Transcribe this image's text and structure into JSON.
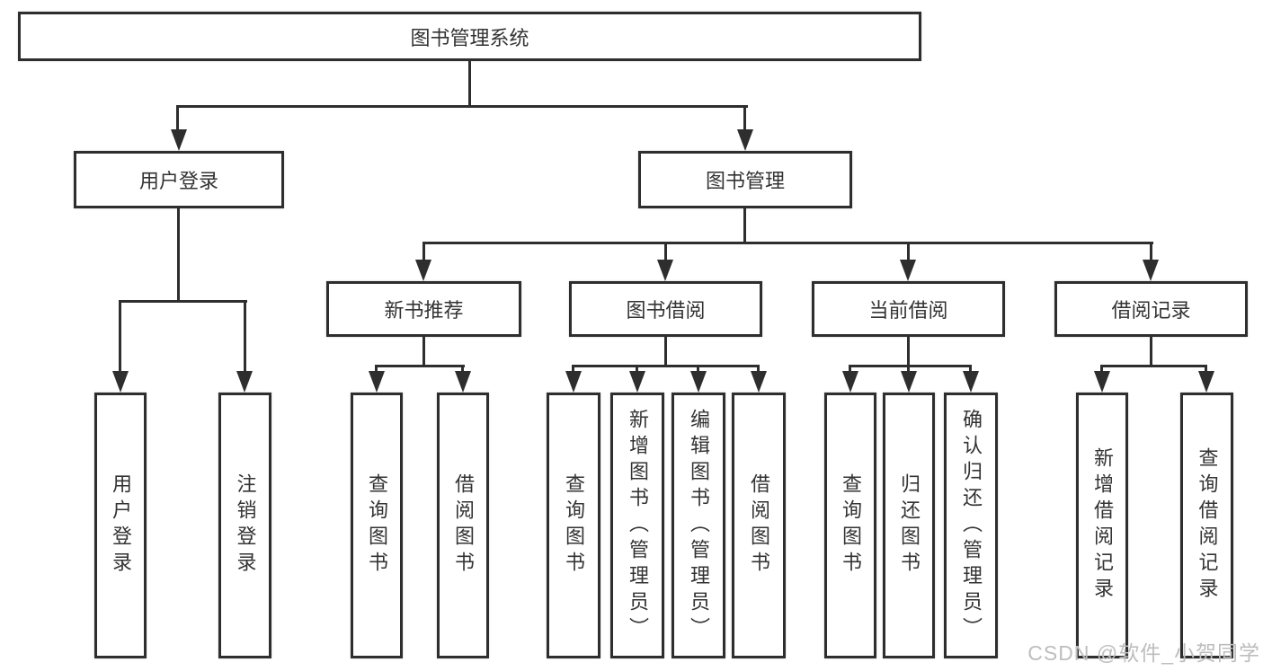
{
  "diagram": {
    "root": {
      "label": "图书管理系统"
    },
    "level2": [
      {
        "label": "用户登录"
      },
      {
        "label": "图书管理"
      }
    ],
    "level3": [
      {
        "label": "新书推荐"
      },
      {
        "label": "图书借阅"
      },
      {
        "label": "当前借阅"
      },
      {
        "label": "借阅记录"
      }
    ],
    "leaves": {
      "user_login": [
        "用户登录",
        "注销登录"
      ],
      "new_book": [
        "查询图书",
        "借阅图书"
      ],
      "book_borrow": [
        "查询图书",
        "新增图书（管理员）",
        "编辑图书（管理员）",
        "借阅图书"
      ],
      "current_borrow": [
        "查询图书",
        "归还图书",
        "确认归还（管理员）"
      ],
      "borrow_record": [
        "新增借阅记录",
        "查询借阅记录"
      ]
    },
    "watermark": "CSDN @软件_小贺同学",
    "colors": {
      "line": "#2e2e2e",
      "text": "#333333",
      "watermark": "#bdbdbd",
      "background": "#ffffff"
    }
  }
}
